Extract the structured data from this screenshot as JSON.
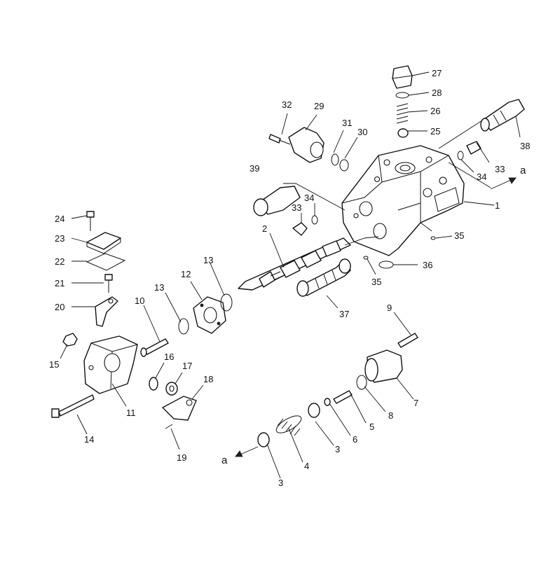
{
  "diagram": {
    "parts": [
      {
        "id": "p1",
        "label": "1"
      },
      {
        "id": "p2",
        "label": "2"
      },
      {
        "id": "p3a",
        "label": "3"
      },
      {
        "id": "p3b",
        "label": "3"
      },
      {
        "id": "p4",
        "label": "4"
      },
      {
        "id": "p5",
        "label": "5"
      },
      {
        "id": "p6",
        "label": "6"
      },
      {
        "id": "p7",
        "label": "7"
      },
      {
        "id": "p8",
        "label": "8"
      },
      {
        "id": "p9",
        "label": "9"
      },
      {
        "id": "p10",
        "label": "10"
      },
      {
        "id": "p11",
        "label": "11"
      },
      {
        "id": "p12",
        "label": "12"
      },
      {
        "id": "p13a",
        "label": "13"
      },
      {
        "id": "p13b",
        "label": "13"
      },
      {
        "id": "p14",
        "label": "14"
      },
      {
        "id": "p15",
        "label": "15"
      },
      {
        "id": "p16",
        "label": "16"
      },
      {
        "id": "p17",
        "label": "17"
      },
      {
        "id": "p18",
        "label": "18"
      },
      {
        "id": "p19",
        "label": "19"
      },
      {
        "id": "p20",
        "label": "20"
      },
      {
        "id": "p21",
        "label": "21"
      },
      {
        "id": "p22",
        "label": "22"
      },
      {
        "id": "p23",
        "label": "23"
      },
      {
        "id": "p24",
        "label": "24"
      },
      {
        "id": "p25",
        "label": "25"
      },
      {
        "id": "p26",
        "label": "26"
      },
      {
        "id": "p27",
        "label": "27"
      },
      {
        "id": "p28",
        "label": "28"
      },
      {
        "id": "p29",
        "label": "29"
      },
      {
        "id": "p30",
        "label": "30"
      },
      {
        "id": "p31",
        "label": "31"
      },
      {
        "id": "p32",
        "label": "32"
      },
      {
        "id": "p33a",
        "label": "33"
      },
      {
        "id": "p33b",
        "label": "33"
      },
      {
        "id": "p34a",
        "label": "34"
      },
      {
        "id": "p34b",
        "label": "34"
      },
      {
        "id": "p35a",
        "label": "35"
      },
      {
        "id": "p35b",
        "label": "35"
      },
      {
        "id": "p36",
        "label": "36"
      },
      {
        "id": "p37",
        "label": "37"
      },
      {
        "id": "p38",
        "label": "38"
      },
      {
        "id": "p39",
        "label": "39"
      }
    ],
    "references": [
      {
        "id": "ref-top",
        "label": "a"
      },
      {
        "id": "ref-bottom",
        "label": "a"
      }
    ]
  }
}
